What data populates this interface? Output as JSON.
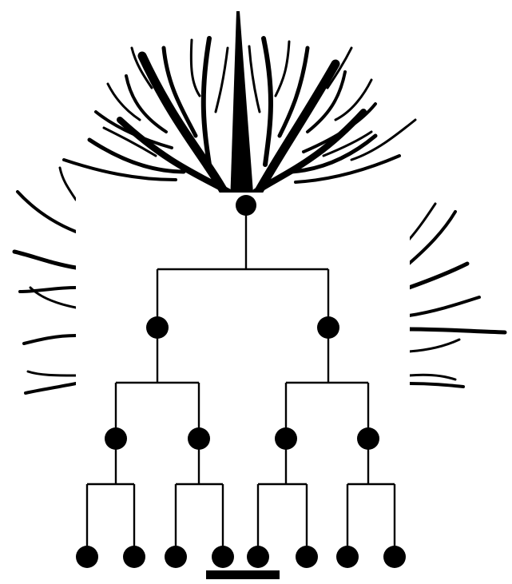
{
  "diagram": {
    "colors": {
      "background": "#ffffff",
      "ink": "#000000"
    },
    "levels": [
      {
        "depth": 0,
        "node_count": 1
      },
      {
        "depth": 1,
        "node_count": 2
      },
      {
        "depth": 2,
        "node_count": 4
      },
      {
        "depth": 3,
        "node_count": 8
      }
    ],
    "background_illustration": "branching-tree-silhouette",
    "scale_bar": true
  }
}
